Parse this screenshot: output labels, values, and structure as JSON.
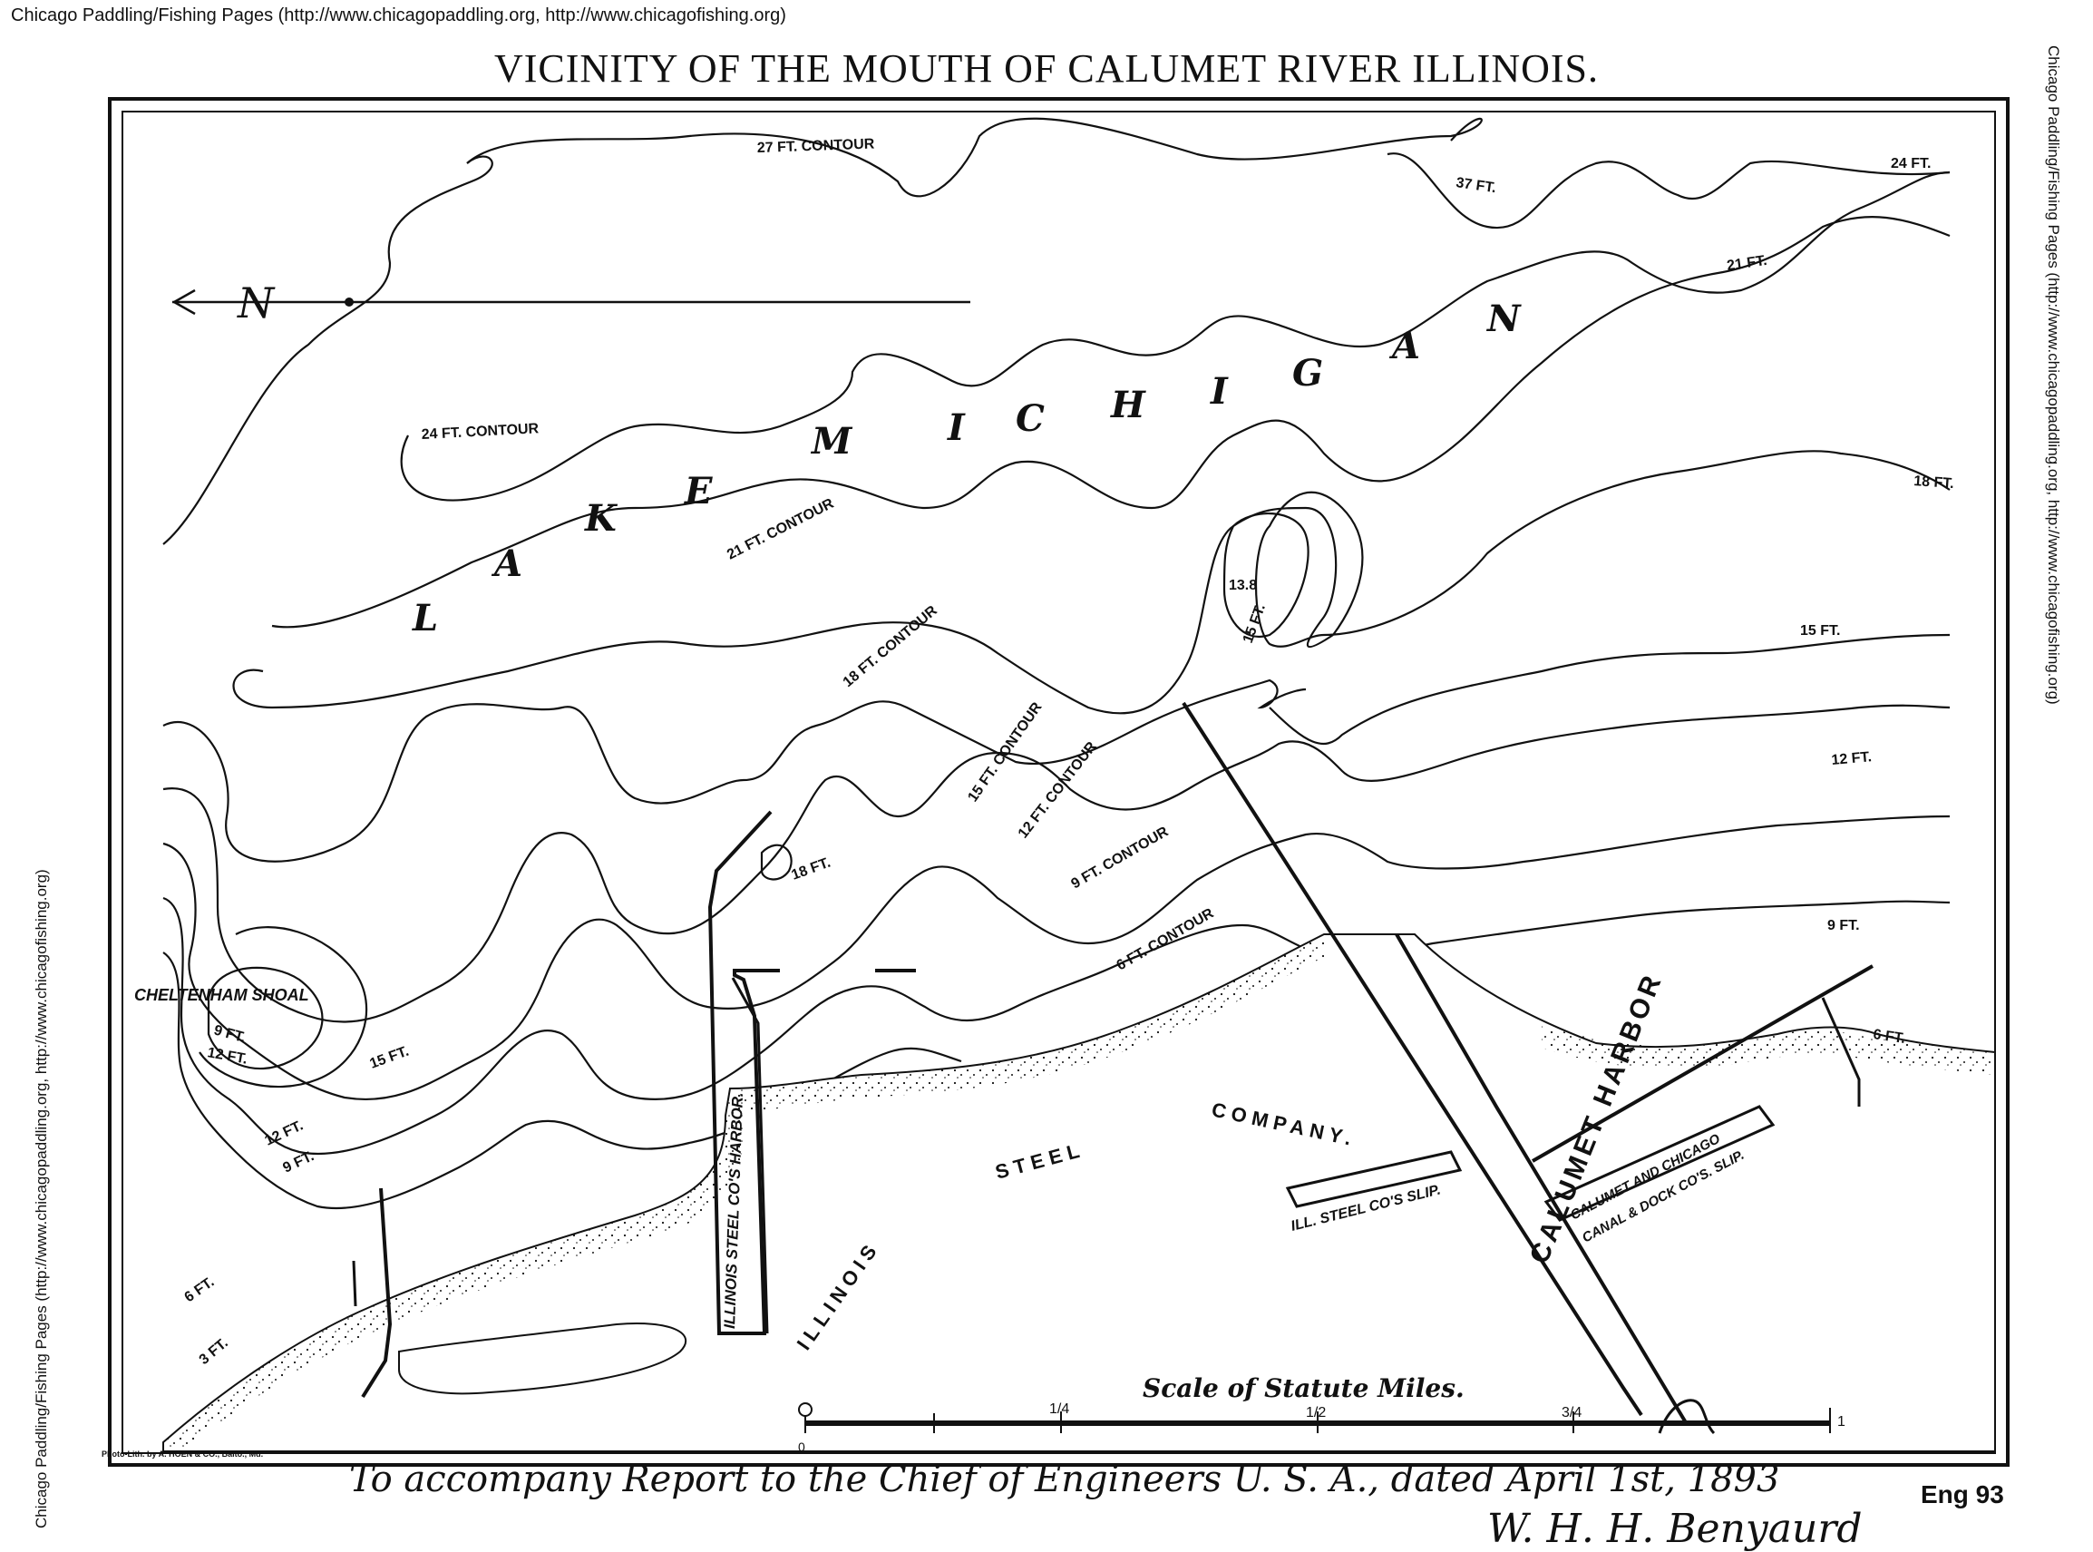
{
  "header": {
    "site_line": "Chicago Paddling/Fishing Pages  (http://www.chicagopaddling.org, http://www.chicagofishing.org)"
  },
  "margins": {
    "left_text": "Chicago Paddling/Fishing Pages  (http://www.chicagopaddling.org, http://www.chicagofishing.org)",
    "right_text": "Chicago Paddling/Fishing Pages  (http://www.chicagopaddling.org, http://www.chicagofishing.org)"
  },
  "map": {
    "title": "VICINITY OF THE MOUTH OF CALUMET RIVER  ILLINOIS.",
    "water_label": "LAKE MICHIGAN",
    "water_letters": [
      "L",
      "A",
      "K",
      "E",
      "M",
      "I",
      "C",
      "H",
      "I",
      "G",
      "A",
      "N"
    ],
    "contours": {
      "c27": "27 FT. CONTOUR",
      "c37": "37 FT.",
      "c24_top": "24 FT.",
      "c24": "24 FT. CONTOUR",
      "c21_right": "21 FT.",
      "c21": "21 FT. CONTOUR",
      "c18_right": "18 FT.",
      "c18": "18 FT. CONTOUR",
      "c15_right": "15 FT.",
      "c15": "15 FT. CONTOUR",
      "c12_right": "12 FT.",
      "c12": "12 FT. CONTOUR",
      "c9": "9 FT. CONTOUR",
      "c9_right": "9 FT.",
      "c6": "6 FT. CONTOUR",
      "c6_right": "6 FT.",
      "depth_138": "13.8",
      "depth_15_island": "15 FT.",
      "depth_18_pier": "18 FT.",
      "shoal_9": "9 FT.",
      "shoal_12": "12 FT.",
      "left_15": "15 FT.",
      "left_12": "12 FT.",
      "left_9": "9 FT.",
      "left_6": "6 FT.",
      "left_3": "3 FT."
    },
    "labels": {
      "shoal": "CHELTENHAM SHOAL",
      "steel_harbor": "ILLINOIS STEEL CO'S  HARBOR.",
      "company_illinois": "ILLINOIS",
      "company_steel": "STEEL",
      "company_company": "COMPANY.",
      "steel_slip": "ILL. STEEL CO'S SLIP.",
      "calumet_harbor": "CALUMET  HARBOR",
      "canal_dock_1": "CALUMET AND CHICAGO",
      "canal_dock_2": "CANAL & DOCK CO'S.  SLIP.",
      "north_arrow": "N"
    },
    "scale": {
      "title": "Scale of Statute Miles.",
      "ticks": [
        "0",
        "1/4",
        "1/2",
        "3/4",
        "1"
      ]
    },
    "imprint": "Photo-Lith. by A. HOEN & CO., Balto., Md."
  },
  "footer": {
    "caption": "To accompany Report to the Chief of Engineers U. S. A., dated April 1st, 1893",
    "eng_number": "Eng 93",
    "signature": "W. H. H. Benyaurd"
  },
  "colors": {
    "ink": "#111111",
    "paper": "#ffffff"
  }
}
